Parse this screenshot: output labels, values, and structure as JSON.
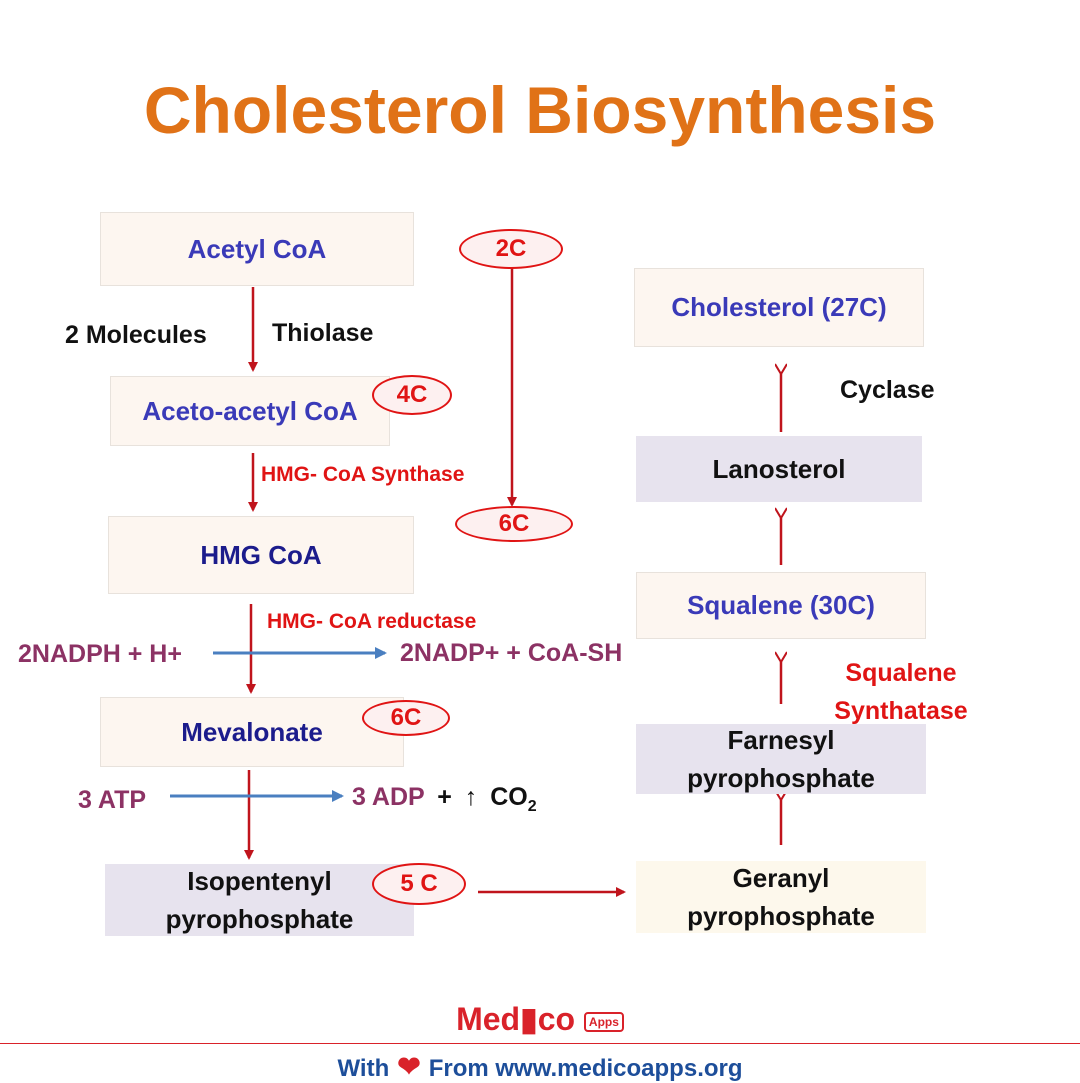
{
  "title": "Cholesterol Biosynthesis",
  "boxes": {
    "acetyl_coa": "Acetyl CoA",
    "acetoacetyl_coa": "Aceto-acetyl CoA",
    "hmg_coa": "HMG CoA",
    "mevalonate": "Mevalonate",
    "isopentenyl_line1": "Isopentenyl",
    "isopentenyl_line2": "pyrophosphate",
    "geranyl_line1": "Geranyl",
    "geranyl_line2": "pyrophosphate",
    "farnesyl_line1": "Farnesyl",
    "farnesyl_line2": "pyrophosphate",
    "squalene": "Squalene  (30C)",
    "lanosterol": "Lanosterol",
    "cholesterol": "Cholesterol  (27C)"
  },
  "labels": {
    "two_molecules": "2 Molecules",
    "thiolase": "Thiolase",
    "hmg_synthase": "HMG- CoA Synthase",
    "hmg_reductase": "HMG- CoA reductase",
    "nadph": "2NADPH + H+",
    "nadp": "2NADP+ + CoA-SH",
    "atp": "3 ATP",
    "adp": "3 ADP",
    "co2_plus": "+",
    "co2_arrow": "↑",
    "co2": "CO",
    "co2_sub": "2",
    "cyclase": "Cyclase",
    "squalene_synthatase_line1": "Squalene",
    "squalene_synthatase_line2": "Synthatase"
  },
  "carbon_ovals": {
    "c2": "2C",
    "c4": "4C",
    "c6_hmg": "6C",
    "c6_mev": "6C",
    "c5": "5 C"
  },
  "footer": {
    "logo_text_1": "Med",
    "logo_text_2": "co",
    "logo_apps": "Apps",
    "with": "With",
    "from": "From  www.medicoapps.org"
  },
  "colors": {
    "title": "#e07217",
    "arrow_red": "#c0141c",
    "arrow_blue": "#4a7fc0",
    "oval_red": "#e01414"
  }
}
